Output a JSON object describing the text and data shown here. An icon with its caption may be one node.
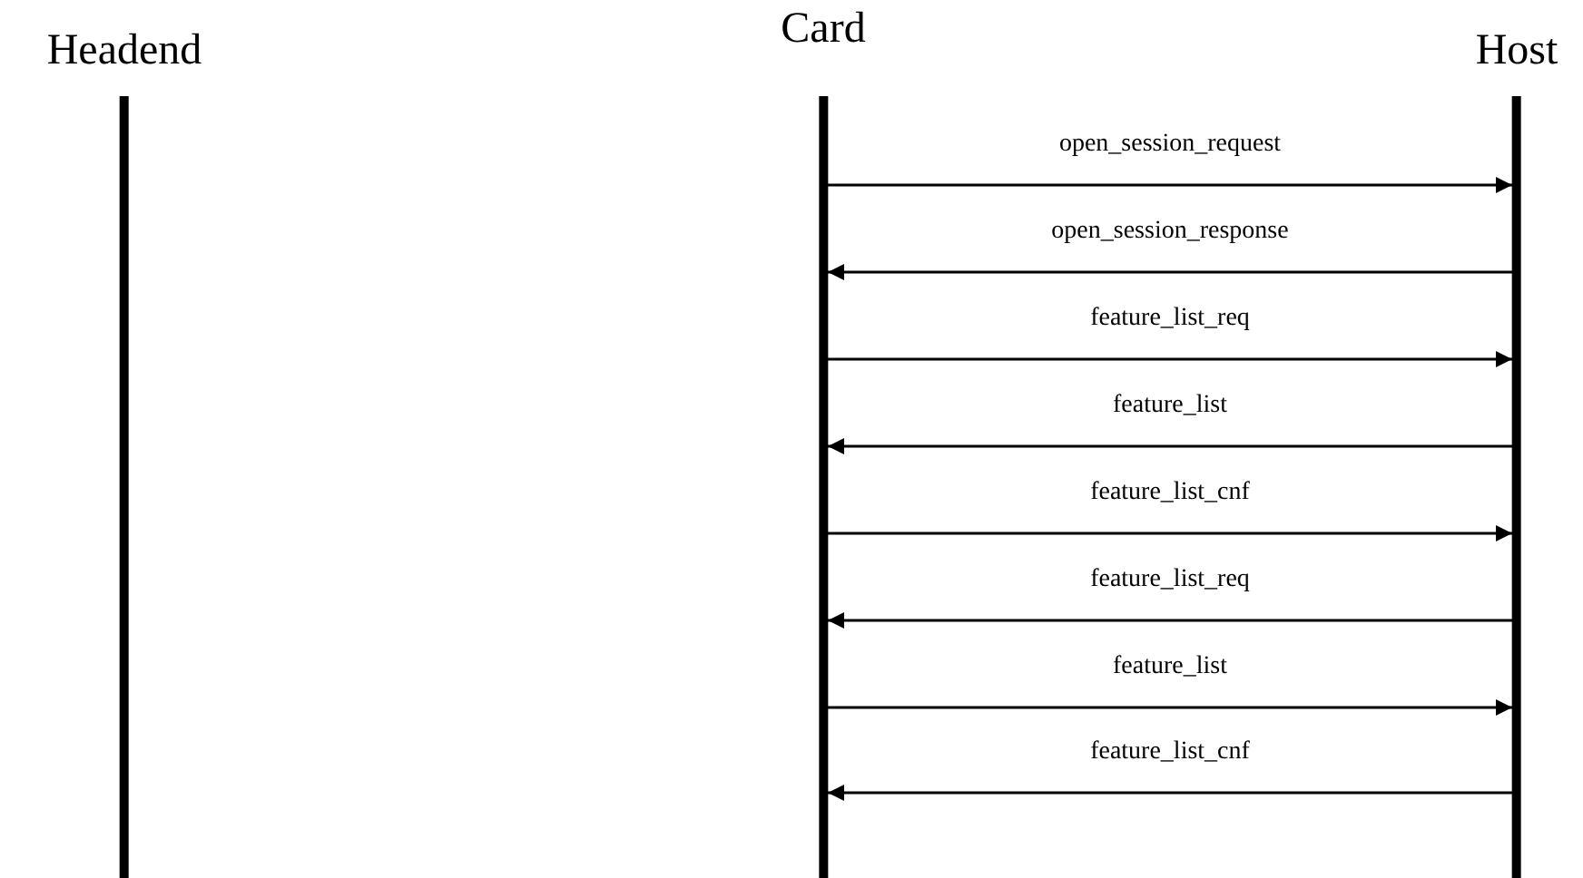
{
  "diagram": {
    "nodes": [
      {
        "text": [
          "Headend"
        ]
      },
      {
        "text": [
          "Card"
        ]
      },
      {
        "text": [
          "Host"
        ]
      }
    ],
    "edges": [
      {
        "from": 1,
        "to": 2,
        "arrow": "to",
        "label": "open_session_request"
      },
      {
        "from": 2,
        "to": 1,
        "arrow": "to",
        "label": "open_session_response"
      },
      {
        "from": 1,
        "to": 2,
        "arrow": "to",
        "label": "feature_list_req"
      },
      {
        "from": 2,
        "to": 1,
        "arrow": "to",
        "label": "feature_list"
      },
      {
        "from": 1,
        "to": 2,
        "arrow": "to",
        "label": "feature_list_cnf"
      },
      {
        "from": 2,
        "to": 1,
        "arrow": "to",
        "label": "feature_list_req"
      },
      {
        "from": 1,
        "to": 2,
        "arrow": "to",
        "label": "feature_list"
      },
      {
        "from": 2,
        "to": 1,
        "arrow": "to",
        "label": "feature_list_cnf"
      }
    ]
  }
}
